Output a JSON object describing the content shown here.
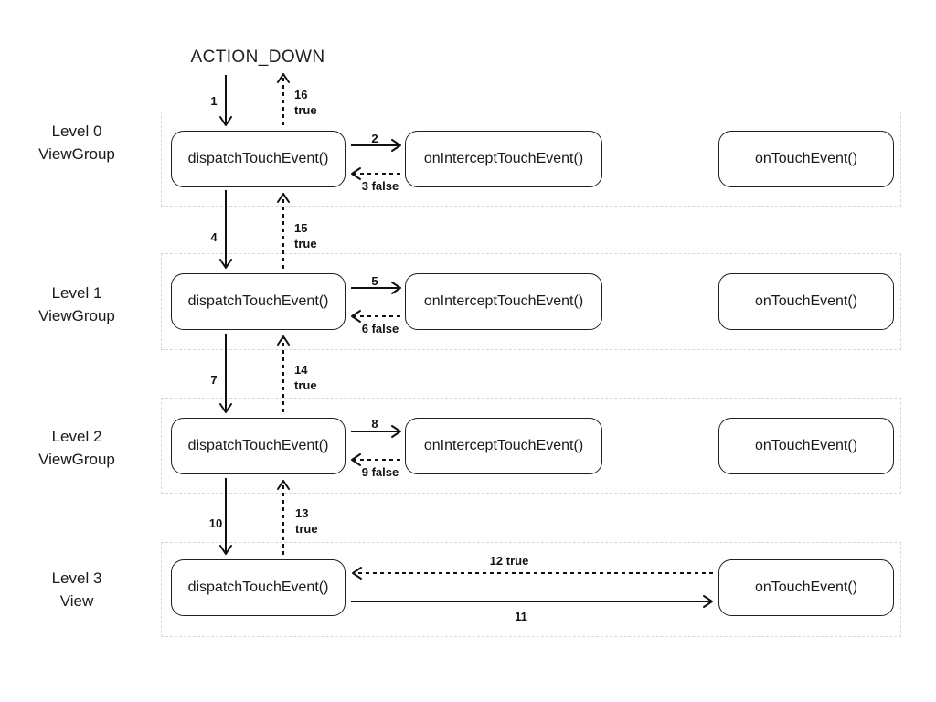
{
  "title": "ACTION_DOWN",
  "colors": {
    "background": "#ffffff",
    "box_border": "#1f1f1f",
    "container_border": "#d8d8d8",
    "arrow": "#111111",
    "text": "#1a1a1a"
  },
  "levels": [
    {
      "line1": "Level 0",
      "line2": "ViewGroup",
      "dispatch": "dispatchTouchEvent()",
      "intercept": "onInterceptTouchEvent()",
      "touch": "onTouchEvent()"
    },
    {
      "line1": "Level 1",
      "line2": "ViewGroup",
      "dispatch": "dispatchTouchEvent()",
      "intercept": "onInterceptTouchEvent()",
      "touch": "onTouchEvent()"
    },
    {
      "line1": "Level 2",
      "line2": "ViewGroup",
      "dispatch": "dispatchTouchEvent()",
      "intercept": "onInterceptTouchEvent()",
      "touch": "onTouchEvent()"
    },
    {
      "line1": "Level 3",
      "line2": "View",
      "dispatch": "dispatchTouchEvent()",
      "touch": "onTouchEvent()"
    }
  ],
  "arrows": {
    "a1": "1",
    "a2": "2",
    "a3": "3 false",
    "a4": "4",
    "a5": "5",
    "a6": "6 false",
    "a7": "7",
    "a8": "8",
    "a9": "9 false",
    "a10": "10",
    "a11": "11",
    "a12": "12 true",
    "a13_num": "13",
    "a13_result": "true",
    "a14_num": "14",
    "a14_result": "true",
    "a15_num": "15",
    "a15_result": "true",
    "a16_num": "16",
    "a16_result": "true"
  }
}
